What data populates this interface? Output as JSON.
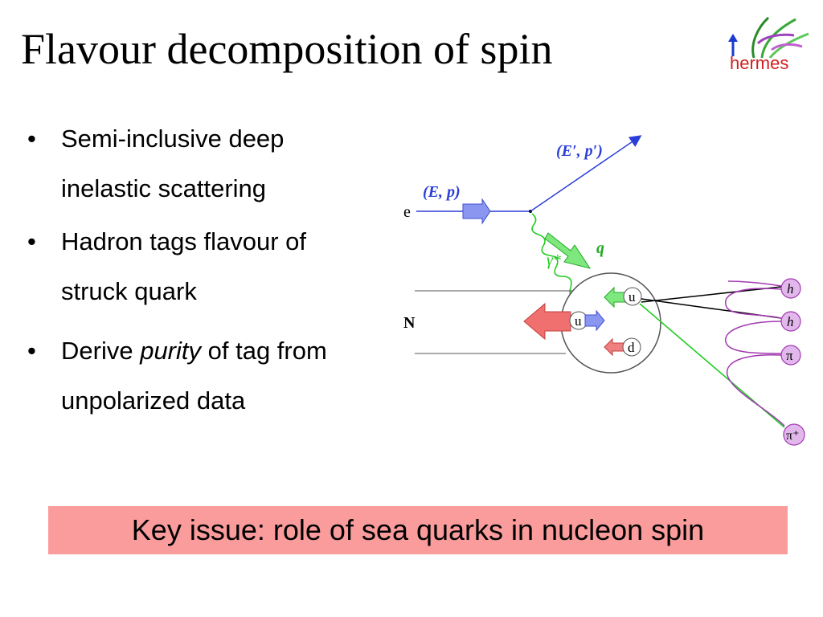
{
  "slide": {
    "title": "Flavour decomposition of spin",
    "logo_text": "hermes",
    "bullets": [
      {
        "line1": "Semi-inclusive deep",
        "line2": "inelastic scattering"
      },
      {
        "line1": "Hadron tags flavour of",
        "line2": "struck quark"
      },
      {
        "pre": "Derive ",
        "em": "purity",
        "post": " of tag from",
        "line2": "unpolarized data"
      }
    ],
    "key_issue": "Key issue: role of sea quarks in nucleon spin"
  },
  "diagram": {
    "incoming_label": "(E, p)",
    "outgoing_label": "(E′, p′)",
    "electron_label": "e",
    "photon_label": "γ*",
    "q_label": "q",
    "nucleon_label": "N",
    "struck_quark": "u",
    "quark_u": "u",
    "quark_d": "d",
    "hadrons": [
      "h",
      "h",
      "π",
      "π⁺"
    ]
  },
  "colors": {
    "electron": "#2b3fd8",
    "photon": "#22cc22",
    "hadron": "#a23ab0",
    "keybox": "#fa9c9c",
    "spin_arrow": "#f07070"
  }
}
